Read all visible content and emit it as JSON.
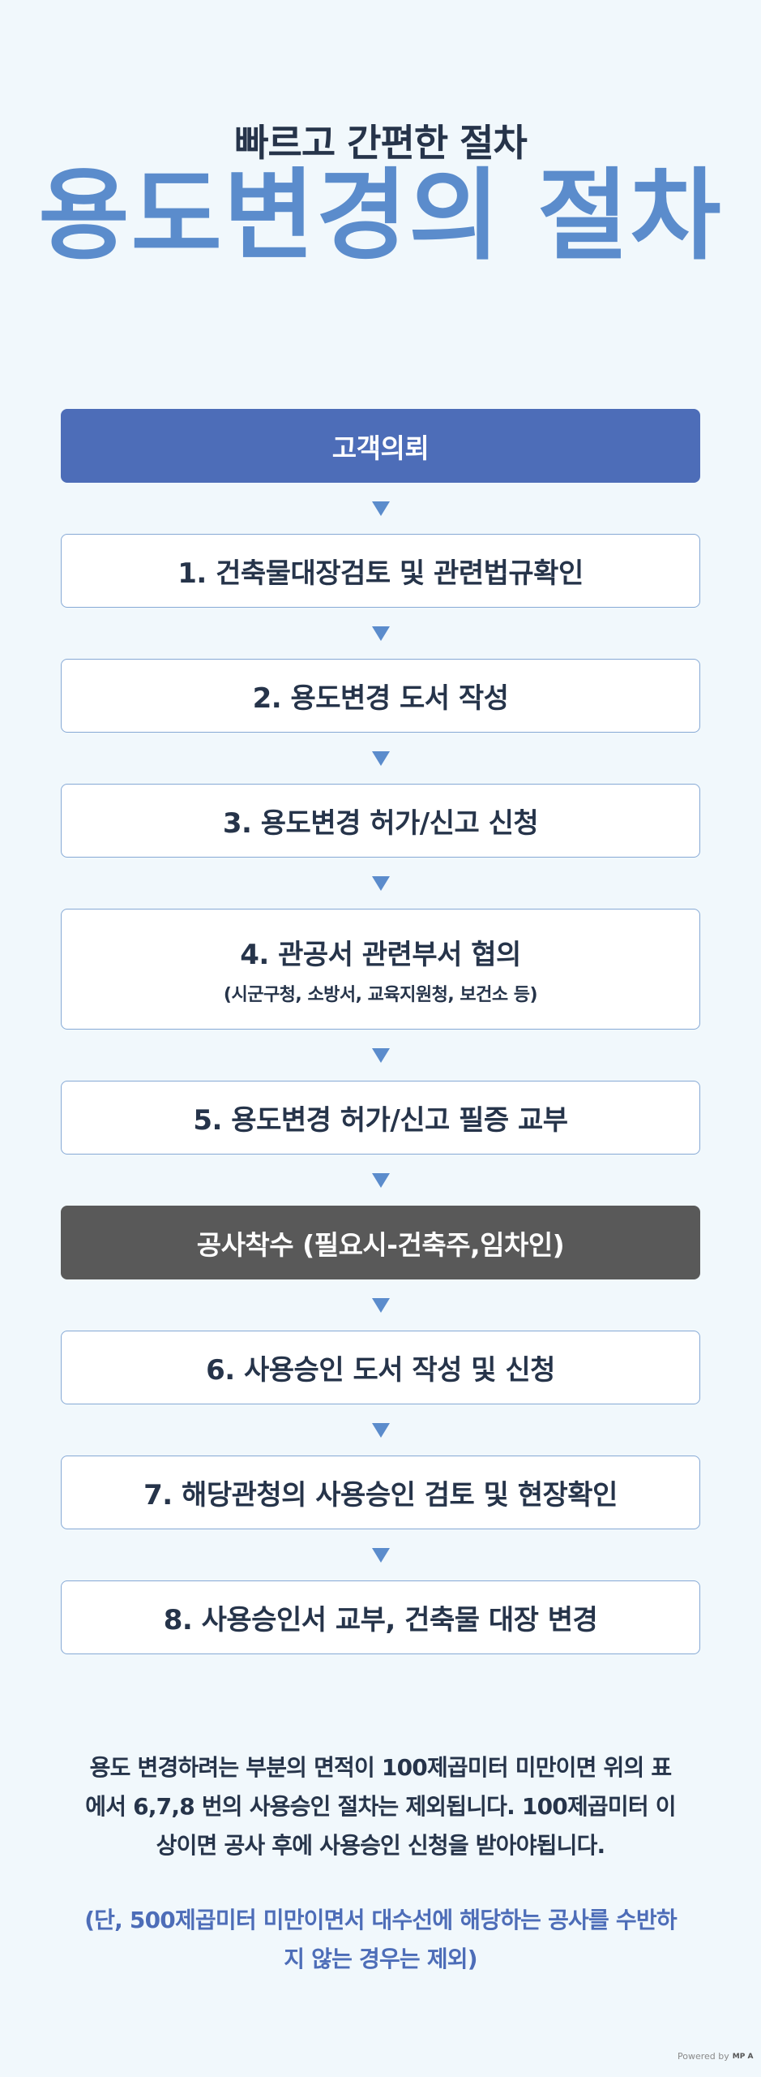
{
  "header": {
    "subtitle": "빠르고 간편한 절차",
    "title": "용도변경의 절차"
  },
  "steps": [
    {
      "label": "고객의뢰"
    },
    {
      "label": "1. 건축물대장검토 및 관련법규확인"
    },
    {
      "label": "2. 용도변경 도서 작성"
    },
    {
      "label": "3. 용도변경 허가/신고 신청"
    },
    {
      "label": "4. 관공서 관련부서 협의",
      "sub": "(시군구청, 소방서, 교육지원청, 보건소 등)"
    },
    {
      "label": "5. 용도변경 허가/신고 필증 교부"
    },
    {
      "label": "공사착수 (필요시-건축주,임차인)"
    },
    {
      "label": "6. 사용승인 도서 작성 및 신청"
    },
    {
      "label": "7. 해당관청의 사용승인 검토 및 현장확인"
    },
    {
      "label": "8. 사용승인서 교부, 건축물 대장 변경"
    }
  ],
  "notes": {
    "line1": "용도 변경하려는 부분의 면적이 100제곱미터 미만이면 위의 표",
    "line2": "에서 6,7,8 번의 사용승인 절차는 제외됩니다. 100제곱미터 이",
    "line3": "상이면 공사 후에 사용승인 신청을 받아야됩니다.",
    "exception1": "(단, 500제곱미터 미만이면서 대수선에 해당하는 공사를 수반하",
    "exception2": "지 않는 경우는 제외)"
  },
  "footer": {
    "powered_by": "Powered by",
    "logo_text": "MP A"
  },
  "colors": {
    "background": "#f1f8fc",
    "accent": "#5b8ccc",
    "primary_box": "#4d6db8",
    "dark_box": "#595959",
    "text": "#26344a"
  }
}
